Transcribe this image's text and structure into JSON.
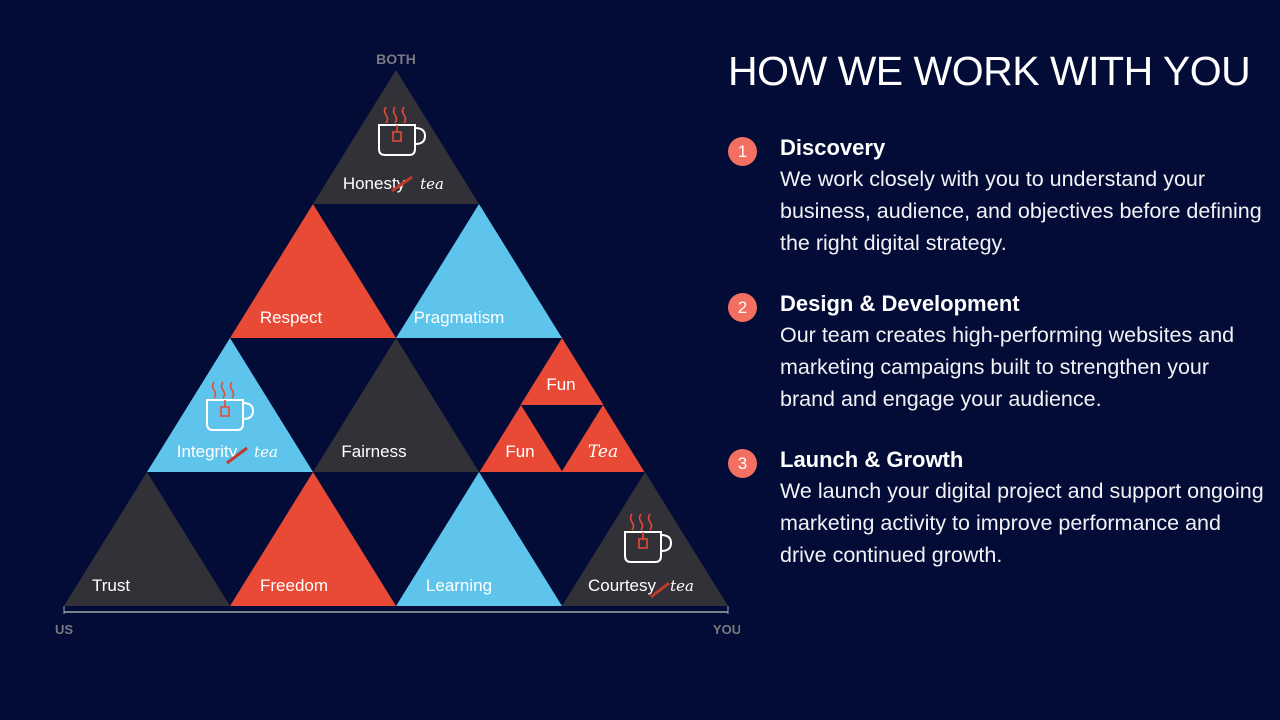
{
  "axis": {
    "top": "BOTH",
    "left": "US",
    "right": "YOU"
  },
  "pyramid": {
    "honesty": {
      "label": "Honesty",
      "note": "tea"
    },
    "respect": "Respect",
    "pragmatism": "Pragmatism",
    "integrity": {
      "label": "Integrity",
      "note": "tea"
    },
    "fairness": "Fairness",
    "fun1": "Fun",
    "fun2": "Fun",
    "tea": "Tea",
    "trust": "Trust",
    "freedom": "Freedom",
    "learning": "Learning",
    "courtesy": {
      "label": "Courtesy",
      "note": "tea"
    }
  },
  "colors": {
    "dark": "#333138",
    "red": "#e84a36",
    "blue": "#5fc4ec",
    "bg": "#020c36",
    "accent": "#f36f62"
  },
  "title": "HOW WE WORK WITH YOU",
  "steps": [
    {
      "num": "1",
      "heading": "Discovery",
      "body": "We work closely with you to understand your business, audience, and objectives before defining the right digital strategy."
    },
    {
      "num": "2",
      "heading": "Design & Development",
      "body": "Our team creates high-performing websites and marketing campaigns built to strengthen your brand and engage your audience."
    },
    {
      "num": "3",
      "heading": "Launch & Growth",
      "body": "We launch your digital project and support ongoing marketing activity to improve performance and drive continued growth."
    }
  ]
}
